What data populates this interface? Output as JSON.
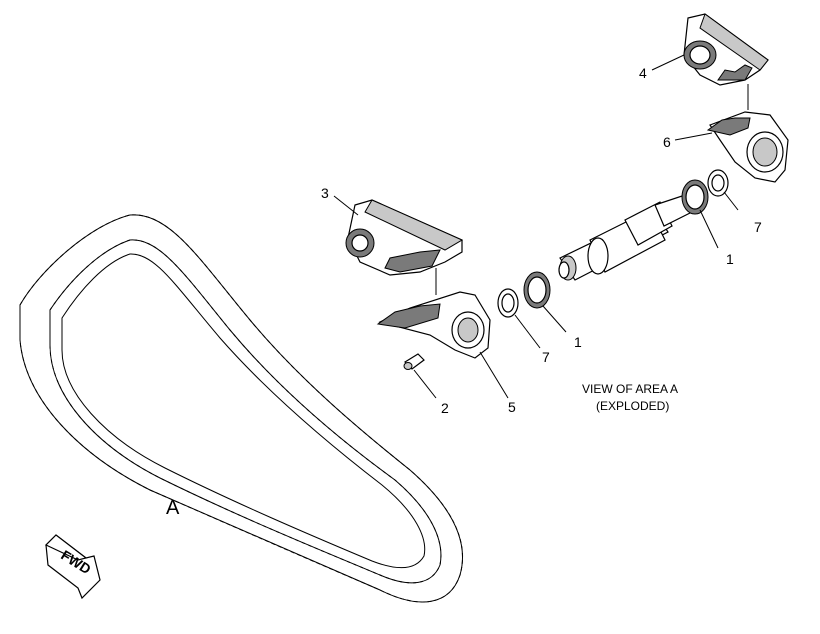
{
  "callouts": {
    "c1a": "1",
    "c1b": "1",
    "c2": "2",
    "c3": "3",
    "c4": "4",
    "c5": "5",
    "c6": "6",
    "c7a": "7",
    "c7b": "7"
  },
  "caption": {
    "line1": "VIEW OF AREA  A",
    "line2": "(EXPLODED)"
  },
  "area_label": "A",
  "direction_label": "FWD",
  "colors": {
    "line": "#000000",
    "shade": "#c8c8c8",
    "dark": "#7a7a7a"
  }
}
